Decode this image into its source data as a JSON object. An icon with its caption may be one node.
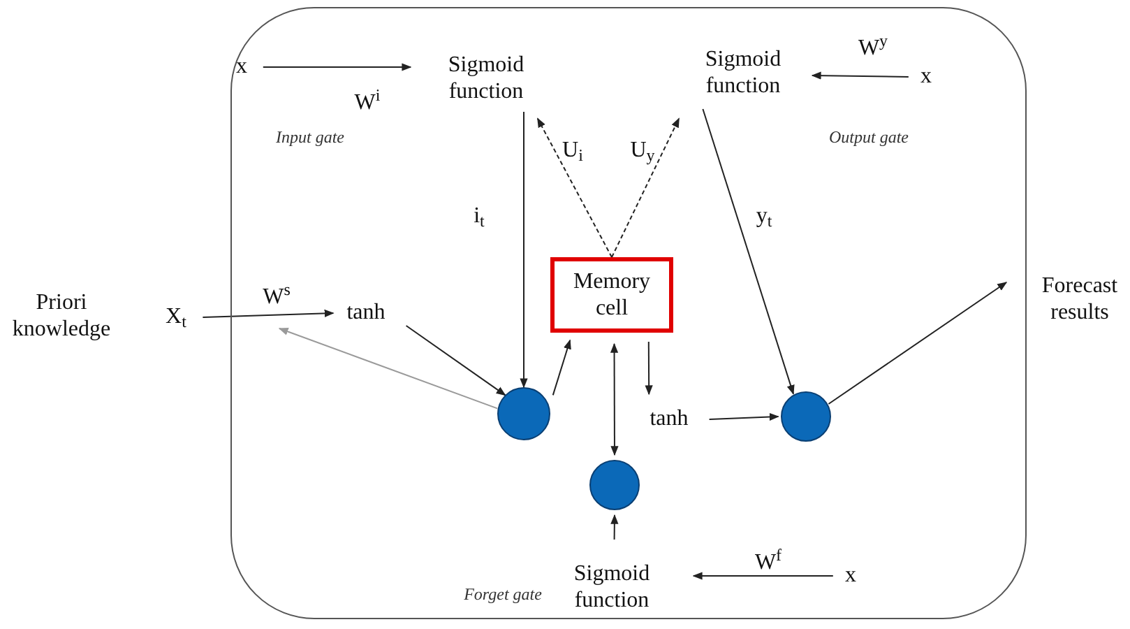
{
  "diagram": {
    "nodes": [
      {
        "text": [],
        "shape": "box"
      },
      {
        "text": [
          "x"
        ],
        "in": 0
      },
      {
        "text": [
          "Sigmoid function"
        ],
        "in": 0
      },
      {
        "text": [
          "Sigmoid function"
        ],
        "in": 0
      },
      {
        "text": [
          "x"
        ],
        "in": 0
      },
      {
        "text": [
          "Priori knowledge"
        ]
      },
      {
        "text": [
          "X$_{t}$"
        ]
      },
      {
        "text": [
          "tanh"
        ],
        "in": 0
      },
      {
        "text": [
          "Memory cell"
        ],
        "in": 0
      },
      {
        "text": [],
        "shape": "circle",
        "in": 0
      },
      {
        "text": [
          "tanh"
        ],
        "in": 0
      },
      {
        "text": [],
        "shape": "circle",
        "in": 0
      },
      {
        "text": [
          "Forecast results"
        ]
      },
      {
        "text": [],
        "shape": "circle",
        "in": 0
      },
      {
        "text": [
          "Sigmoid function"
        ],
        "in": 0
      },
      {
        "text": [
          "x"
        ],
        "in": 0
      }
    ],
    "edges": [
      {
        "from": 1,
        "to": 2,
        "arrow": "to",
        "label": "W$^{i}$"
      },
      {
        "from": 4,
        "to": 3,
        "arrow": "to",
        "label": "W$^{y}$"
      },
      {
        "from": 2,
        "to": 9,
        "arrow": "to",
        "label": "i$_{t}$"
      },
      {
        "from": 8,
        "to": 2,
        "arrow": "to",
        "label": "U$_{i}$",
        "style": "dashed"
      },
      {
        "from": 8,
        "to": 3,
        "arrow": "to",
        "label": "U$_{y}$",
        "style": "dashed"
      },
      {
        "from": 3,
        "to": 11,
        "arrow": "to",
        "label": "y$_{t}$"
      },
      {
        "from": 6,
        "to": 7,
        "arrow": "to",
        "label": "W$^{s}$"
      },
      {
        "from": 7,
        "to": 9,
        "arrow": "to"
      },
      {
        "from": 9,
        "to": null,
        "arrow": "to",
        "color": "#9a9a9a"
      },
      {
        "from": 9,
        "to": 8,
        "arrow": "to"
      },
      {
        "from": 8,
        "to": 10,
        "arrow": "to"
      },
      {
        "from": 8,
        "to": 13,
        "arrow": "both"
      },
      {
        "from": 10,
        "to": 11,
        "arrow": "to"
      },
      {
        "from": 11,
        "to": 12,
        "arrow": "to"
      },
      {
        "from": 14,
        "to": 13,
        "arrow": "to"
      },
      {
        "from": 15,
        "to": 14,
        "arrow": "to",
        "label": "W$^{f}$"
      }
    ],
    "labels": [
      "Input gate",
      "Output gate",
      "Forget gate"
    ]
  }
}
